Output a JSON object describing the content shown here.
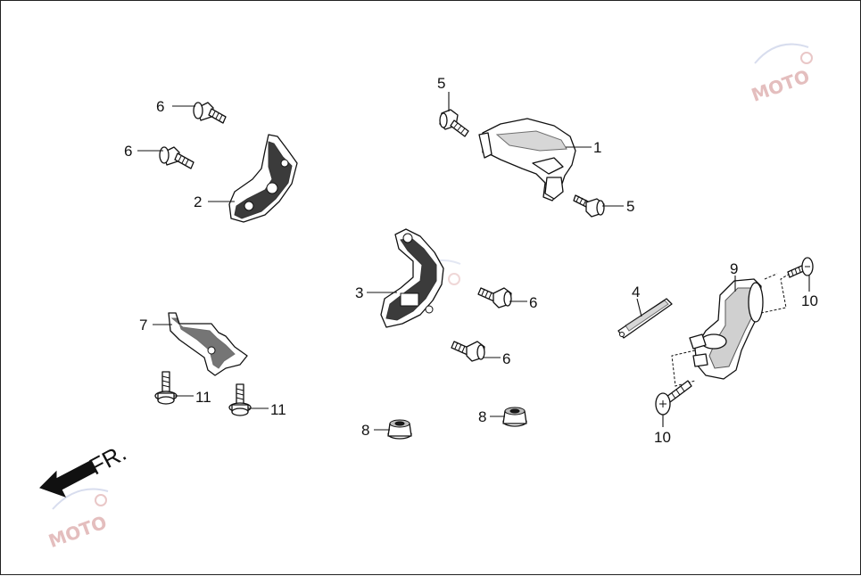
{
  "callouts": {
    "c1": "1",
    "c2": "2",
    "c3": "3",
    "c4": "4",
    "c5a": "5",
    "c5b": "5",
    "c6a": "6",
    "c6b": "6",
    "c6c": "6",
    "c6d": "6",
    "c7": "7",
    "c8a": "8",
    "c8b": "8",
    "c9": "9",
    "c10a": "10",
    "c10b": "10",
    "c11a": "11",
    "c11b": "11"
  },
  "direction_label": "FR.",
  "watermark_text": "MOTO",
  "colors": {
    "ink": "#111111",
    "background": "#ffffff",
    "watermark": "#d9a3a3"
  }
}
